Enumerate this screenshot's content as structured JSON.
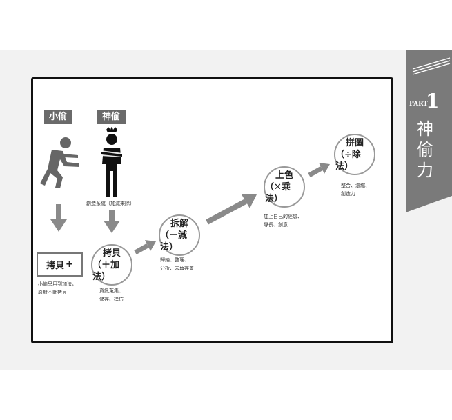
{
  "labels": {
    "small_thief": "小偷",
    "god_thief": "神偷"
  },
  "captions": {
    "god_thief": "創造系統（加減乘除）",
    "copy_note": "小偷只用到加法，\n原封不動拷貝",
    "add_note": "資訊蒐集、\n儲存、模仿",
    "sub_note": "歸納、整理、\n分析、去蕪存菁",
    "mul_note": "加上自己的經驗、\n專長、創意",
    "div_note": "整合、濃縮、\n創造力"
  },
  "copy_box": {
    "text": "拷貝",
    "sign": "+"
  },
  "steps": [
    {
      "line1": "拷貝",
      "line2": "（＋加法）"
    },
    {
      "line1": "拆解",
      "line2": "（ー減法）"
    },
    {
      "line1": "上色",
      "line2": "（✕乘法）"
    },
    {
      "line1": "拼圖",
      "line2": "（÷除法）"
    }
  ],
  "tab": {
    "part_word": "PART",
    "part_number": "1",
    "title": "神偷力"
  },
  "colors": {
    "tab_gray": "#7a7a7a",
    "label_gray": "#6a6a6a",
    "arrow_gray": "#8a8a8a"
  }
}
